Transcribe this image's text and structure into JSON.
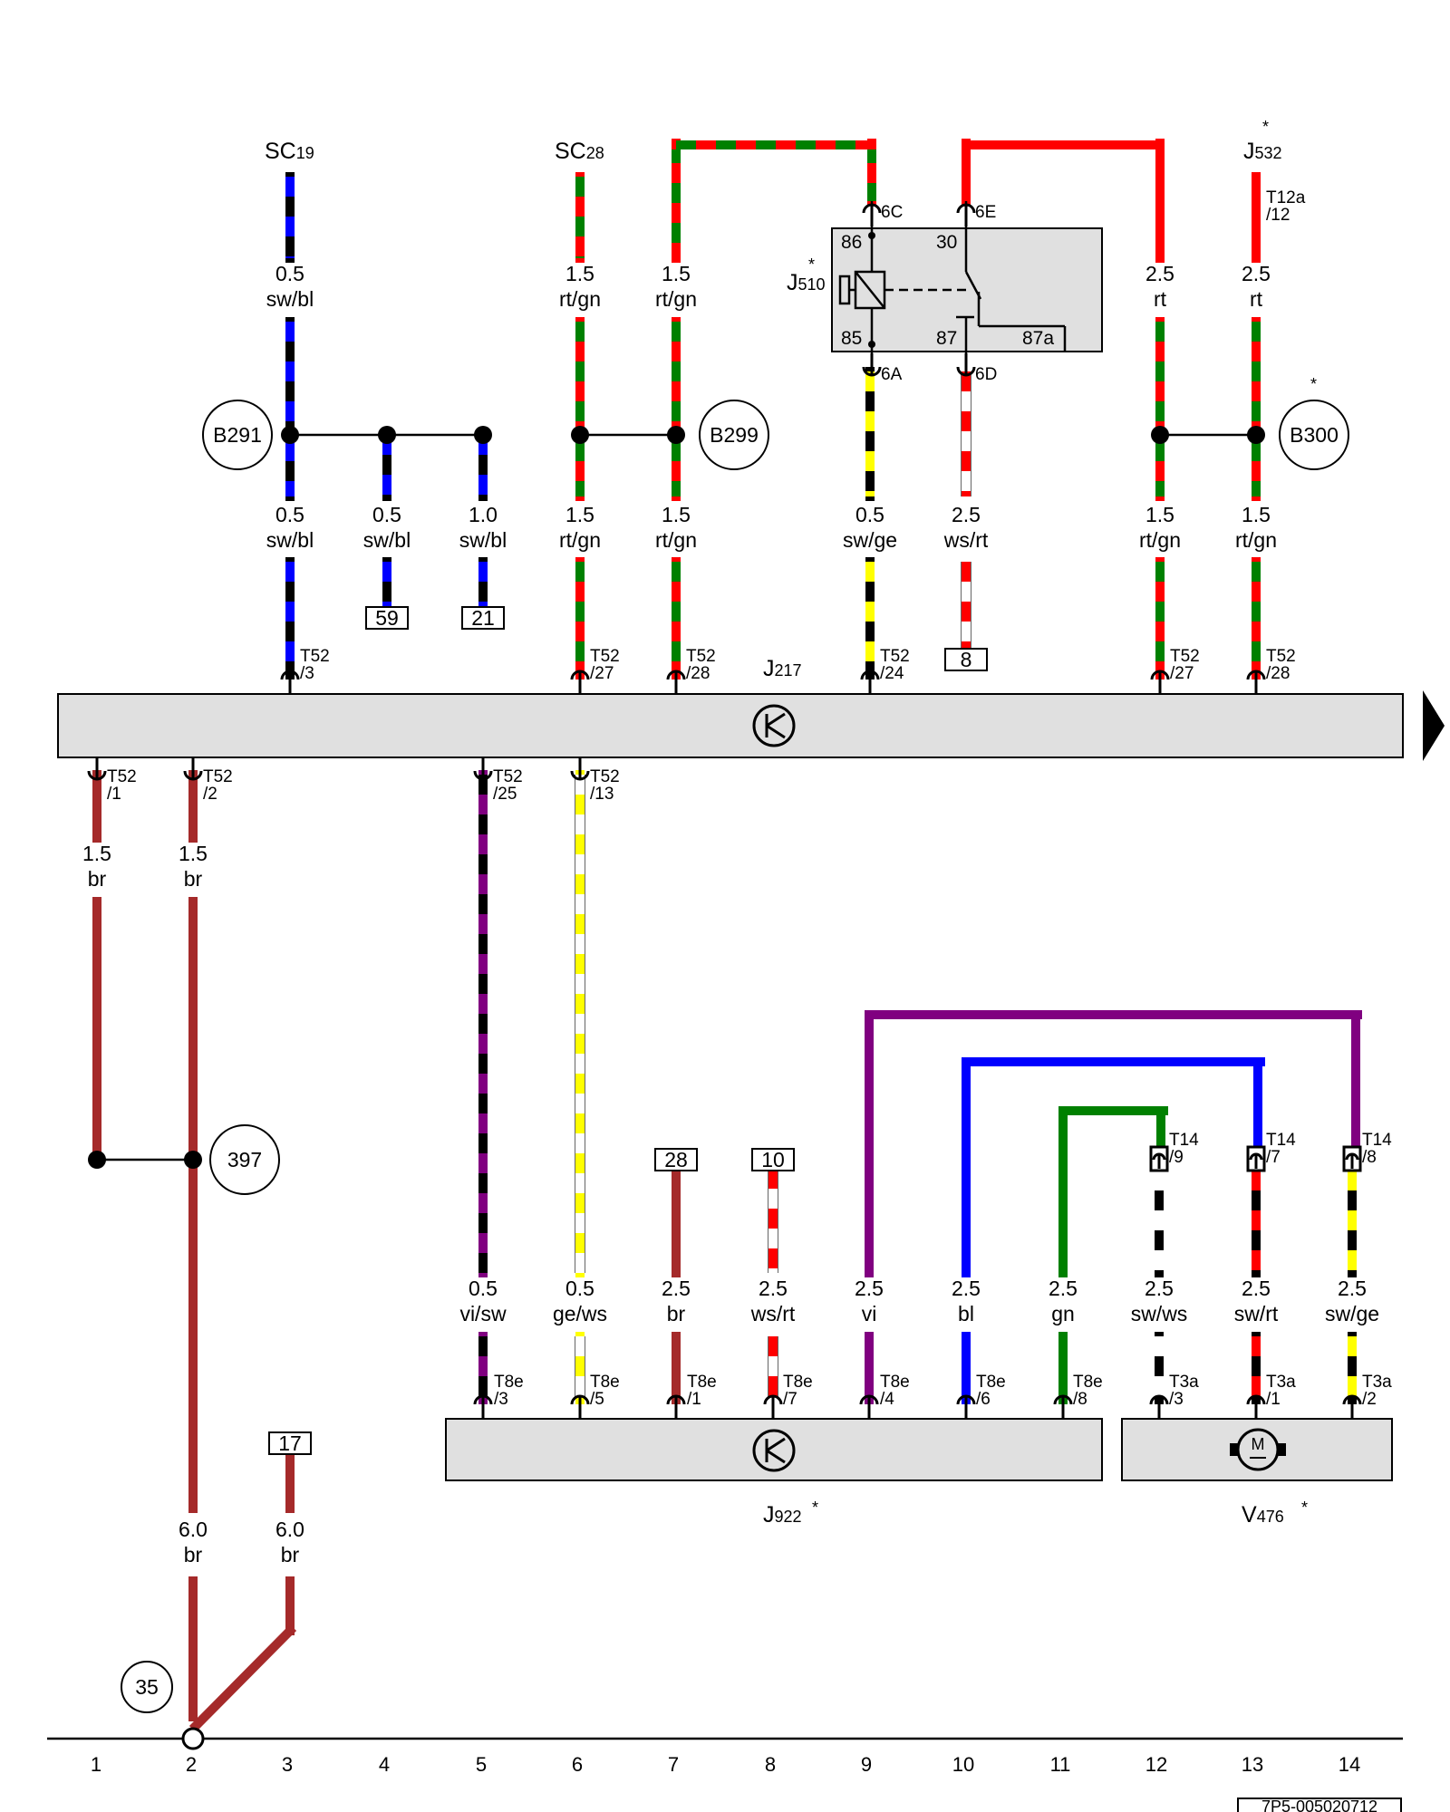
{
  "colors": {
    "sw": "#000000",
    "bl": "#0000ff",
    "rt": "#ff0000",
    "gn": "#008000",
    "ge": "#ffff00",
    "ws": "#ffffff",
    "br": "#a52a2a",
    "vi": "#800080",
    "box": "#e0e0e0"
  },
  "components": {
    "J217": {
      "id": "J",
      "sub": "217"
    },
    "J510": {
      "id": "J",
      "sub": "510",
      "star": "*",
      "pins": [
        "86",
        "30",
        "85",
        "87",
        "87a"
      ]
    },
    "J532": {
      "id": "J",
      "sub": "532",
      "star": "*"
    },
    "J922": {
      "id": "J",
      "sub": "922",
      "star": "*"
    },
    "V476": {
      "id": "V",
      "sub": "476",
      "star": "*"
    },
    "SC19": {
      "id": "SC",
      "sub": "19"
    },
    "SC28": {
      "id": "SC",
      "sub": "28"
    }
  },
  "splices": {
    "B291": "B291",
    "B299": "B299",
    "B300": "B300",
    "B300_star": "*",
    "397": "397",
    "35": "35"
  },
  "refs": {
    "r59": "59",
    "r21": "21",
    "r8": "8",
    "r28": "28",
    "r10": "10",
    "r17": "17"
  },
  "wires": {
    "w1": {
      "size": "0.5",
      "color": "sw/bl"
    },
    "w2": {
      "size": "0.5",
      "color": "sw/bl"
    },
    "w3": {
      "size": "0.5",
      "color": "sw/bl"
    },
    "w4": {
      "size": "1.0",
      "color": "sw/bl"
    },
    "w5": {
      "size": "1.5",
      "color": "rt/gn"
    },
    "w6": {
      "size": "1.5",
      "color": "rt/gn"
    },
    "w7": {
      "size": "1.5",
      "color": "rt/gn"
    },
    "w8": {
      "size": "1.5",
      "color": "rt/gn"
    },
    "w9": {
      "size": "0.5",
      "color": "sw/ge"
    },
    "w10": {
      "size": "2.5",
      "color": "ws/rt"
    },
    "w11": {
      "size": "2.5",
      "color": "rt"
    },
    "w12": {
      "size": "2.5",
      "color": "rt"
    },
    "w13": {
      "size": "1.5",
      "color": "rt/gn"
    },
    "w14": {
      "size": "1.5",
      "color": "rt/gn"
    },
    "w15": {
      "size": "1.5",
      "color": "br"
    },
    "w16": {
      "size": "1.5",
      "color": "br"
    },
    "w17": {
      "size": "0.5",
      "color": "vi/sw"
    },
    "w18": {
      "size": "0.5",
      "color": "ge/ws"
    },
    "w19": {
      "size": "2.5",
      "color": "br"
    },
    "w20": {
      "size": "2.5",
      "color": "ws/rt"
    },
    "w21": {
      "size": "2.5",
      "color": "vi"
    },
    "w22": {
      "size": "2.5",
      "color": "bl"
    },
    "w23": {
      "size": "2.5",
      "color": "gn"
    },
    "w24": {
      "size": "2.5",
      "color": "sw/ws"
    },
    "w25": {
      "size": "2.5",
      "color": "sw/rt"
    },
    "w26": {
      "size": "2.5",
      "color": "sw/ge"
    },
    "w27": {
      "size": "6.0",
      "color": "br"
    },
    "w28": {
      "size": "6.0",
      "color": "br"
    }
  },
  "pins": {
    "p1": {
      "conn": "T52",
      "pin": "/3"
    },
    "p2": {
      "conn": "T52",
      "pin": "/27"
    },
    "p3": {
      "conn": "T52",
      "pin": "/28"
    },
    "p4": {
      "conn": "T52",
      "pin": "/24"
    },
    "p5": {
      "conn": "T52",
      "pin": "/27"
    },
    "p6": {
      "conn": "T52",
      "pin": "/28"
    },
    "p7": {
      "conn": "T52",
      "pin": "/1"
    },
    "p8": {
      "conn": "T52",
      "pin": "/2"
    },
    "p9": {
      "conn": "T52",
      "pin": "/25"
    },
    "p10": {
      "conn": "T52",
      "pin": "/13"
    },
    "p11": {
      "conn": "T12a",
      "pin": "/12"
    },
    "p12": {
      "conn": "T8e",
      "pin": "/3"
    },
    "p13": {
      "conn": "T8e",
      "pin": "/5"
    },
    "p14": {
      "conn": "T8e",
      "pin": "/1"
    },
    "p15": {
      "conn": "T8e",
      "pin": "/7"
    },
    "p16": {
      "conn": "T8e",
      "pin": "/4"
    },
    "p17": {
      "conn": "T8e",
      "pin": "/6"
    },
    "p18": {
      "conn": "T8e",
      "pin": "/8"
    },
    "p19": {
      "conn": "T3a",
      "pin": "/3"
    },
    "p20": {
      "conn": "T3a",
      "pin": "/1"
    },
    "p21": {
      "conn": "T3a",
      "pin": "/2"
    },
    "p22": {
      "conn": "T14",
      "pin": "/9"
    },
    "p23": {
      "conn": "T14",
      "pin": "/7"
    },
    "p24": {
      "conn": "T14",
      "pin": "/8"
    }
  },
  "terminals": {
    "t6C": "6C",
    "t6E": "6E",
    "t6A": "6A",
    "t6D": "6D"
  },
  "columns": [
    "1",
    "2",
    "3",
    "4",
    "5",
    "6",
    "7",
    "8",
    "9",
    "10",
    "11",
    "12",
    "13",
    "14"
  ],
  "code": "7P5-005020712"
}
